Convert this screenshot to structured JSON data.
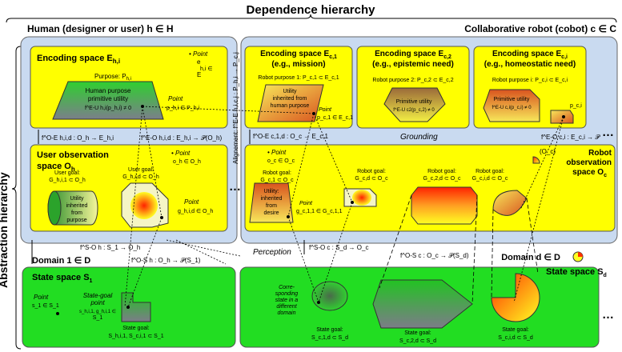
{
  "top_title": "Dependence hierarchy",
  "side_title": "Abstraction hierarchy",
  "human_label": "Human (designer or user) h ∈ H",
  "cobot_label": "Collaborative robot (cobot) c ∈ C",
  "domain1_label": "Domain 1 ∈ D",
  "domaind_label": "Domain d ∈ D",
  "ellipsis": "…",
  "human": {
    "encoding_title": "Encoding space E",
    "encoding_sub": "h,i",
    "point_title": "• Point",
    "point_l2": "e",
    "point_l3": "h,i ∈",
    "point_l4": "E",
    "purpose_label": "Purpose: P",
    "purpose_sub": "h,i",
    "trap_l1": "Human purpose",
    "trap_l2": "primitive utility",
    "trap_l3": "f^E-U h,i(p_h,i) ≠ 0",
    "point2_l1": "Point",
    "point2_l2": "p_h,i ∈ P_h,i",
    "map1": "f^O-E h,i,d : O_h → E_h,i",
    "map2": "f^E-O h,i,d : E_h,i → 𝒫(O_h)",
    "obs_title": "User observation",
    "obs_title2": "space O",
    "obs_sub": "h",
    "obs_point_l1": "• Point",
    "obs_point_l2": "o_h ∈ O_h",
    "goal1_l1": "User goal:",
    "goal1_l2": "G_h,i,1 ⊂ O_h",
    "goal2_l1": "User goal:",
    "goal2_l2": "G_h,i,d ⊂ O_h",
    "cyl_l1": "Utility",
    "cyl_l2": "inherited",
    "cyl_l3": "from",
    "cyl_l4": "purpose",
    "obs_point2_l1": "Point",
    "obs_point2_l2": "g_h,i,d ∈ O_h"
  },
  "cobot": {
    "enc1_title": "Encoding space E",
    "enc1_sub": "c,1",
    "enc1_title2": "(e.g., mission)",
    "enc1_purpose": "Robot purpose 1: P_c,1 ⊂ E_c,1",
    "enc1_para_l1": "Utility",
    "enc1_para_l2": "inherited from",
    "enc1_para_l3": "human purpose",
    "enc1_point_l1": "Point",
    "enc1_point_l2": "p_c,1 ∈ E_c,1",
    "enc2_title": "Encoding space E",
    "enc2_sub": "c,2",
    "enc2_title2": "(e.g., epistemic need)",
    "enc2_purpose": "Robot purpose 2: P_c,2 ⊂ E_c,2",
    "enc2_hex_l1": "Primitive utility",
    "enc2_hex_l2": "f^E-U c2(p_c,2) ≠ 0",
    "enc3_title": "Encoding space E",
    "enc3_sub": "c,i",
    "enc3_title2": "(e.g., homeostatic need)",
    "enc3_purpose": "Robot purpose i: P_c,i ⊂ E_c,i",
    "enc3_hex_l1": "Primitive utility",
    "enc3_hex_l2": "f^E-U c,i(p_c,i) ≠ 0",
    "enc3_point": "p_c,i",
    "grounding": "Grounding",
    "map_left": "f^O-E c,1,d : O_c → E_c,1",
    "map_right": "f^E-O c,i : E_c,i → 𝒫",
    "obs_title": "Robot",
    "obs_title2": "observation",
    "obs_title3": "space O",
    "obs_sub": "c",
    "oc_label": "(O_c)",
    "obs_point_l1": "• Point",
    "obs_point_l2": "o_c ∈ O_c",
    "goal1_l1": "Robot goal:",
    "goal1_l2": "G_c,1 ⊂ O_c",
    "goal2_l1": "Robot goal:",
    "goal2_l2": "G_c,d ⊂ O_c",
    "goal3_l1": "Robot goal:",
    "goal3_l2": "G_c,2,d ⊂ O_c",
    "goal4_l1": "Robot goal:",
    "goal4_l2": "G_c,i,d ⊂ O_c",
    "trap_l1": "Utility:",
    "trap_l2": "inherited",
    "trap_l3": "from",
    "trap_l4": "desire",
    "obs_point2_l1": "Point",
    "obs_point2_l2": "g_c,1,1 ∈ G_c,1,1"
  },
  "alignment": "Alignement: f^E-E h,i,c,j : P_h,i → P_c,j",
  "perception": "Perception",
  "perc_map1_h": "f^S-O h : S_1 → O_h",
  "perc_map2_h": "f^O-S h : O_h → 𝒫(S_1)",
  "perc_map1_c": "f^S-O c : S_d → O_c",
  "perc_map2_c": "f^O-S c : O_c → 𝒫(S_d)",
  "state1": {
    "title": "State space S",
    "sub": "1",
    "point_l1": "Point",
    "point_l2": "s_1 ∈ S_1",
    "sg_l1": "State-goal",
    "sg_l2": "point",
    "sg_l3": "s_h,i,1, g_h,i,1 ∈",
    "sg_l4": "S_1",
    "goal_l1": "State goal:",
    "goal_l2": "S_h,i,1, S_c,i,1 ⊂ S_1"
  },
  "stated": {
    "title": "State space S",
    "sub": "d",
    "corr_l1": "Corre-",
    "corr_l2": "sponding",
    "corr_l3": "state in a",
    "corr_l4": "different",
    "corr_l5": "domain",
    "goal1_l1": "State goal:",
    "goal1_l2": "S_c,1,d ⊂ S_d",
    "goal2_l1": "State goal:",
    "goal2_l2": "S_c,2,d ⊂ S_d",
    "goal3_l1": "State goal:",
    "goal3_l2": "S_c,i,d ⊂ S_d"
  },
  "colors": {
    "yellow": "#FFFF00",
    "green": "#22DD22",
    "panel": "#C9DAF0",
    "red": "#FF3300"
  }
}
